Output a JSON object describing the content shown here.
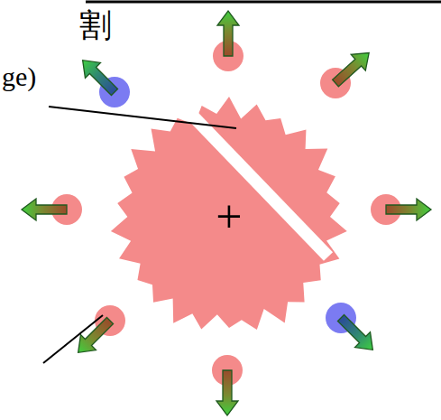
{
  "diagram": {
    "labels": [
      "割",
      "ge)",
      "+"
    ]
  }
}
